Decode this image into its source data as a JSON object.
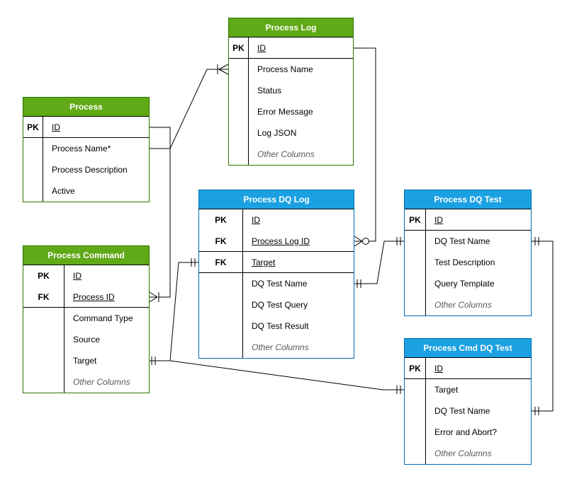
{
  "colors": {
    "green_fill": "#60A917",
    "green_stroke": "#2D7600",
    "blue_fill": "#1BA1E2",
    "blue_stroke": "#006EAF",
    "line": "#000000",
    "muted_text": "#595959"
  },
  "tables": [
    {
      "title": "Process Log",
      "theme": "green",
      "rows": [
        {
          "badge": "PK",
          "name": "ID"
        },
        {
          "badge": "",
          "name": "Process Name"
        },
        {
          "badge": "",
          "name": "Status"
        },
        {
          "badge": "",
          "name": "Error Message"
        },
        {
          "badge": "",
          "name": "Log JSON"
        },
        {
          "badge": "",
          "name": "Other Columns"
        }
      ]
    },
    {
      "title": "Process",
      "theme": "green",
      "rows": [
        {
          "badge": "PK",
          "name": "ID"
        },
        {
          "badge": "",
          "name": "Process Name*"
        },
        {
          "badge": "",
          "name": "Process Description"
        },
        {
          "badge": "",
          "name": "Active"
        }
      ]
    },
    {
      "title": "Process Command",
      "theme": "green",
      "rows": [
        {
          "badge": "PK",
          "name": "ID"
        },
        {
          "badge": "FK",
          "name": "Process ID"
        },
        {
          "badge": "",
          "name": "Command Type"
        },
        {
          "badge": "",
          "name": "Source"
        },
        {
          "badge": "",
          "name": "Target"
        },
        {
          "badge": "",
          "name": "Other Columns"
        }
      ]
    },
    {
      "title": "Process DQ Log",
      "theme": "blue",
      "rows": [
        {
          "badge": "PK",
          "name": "ID"
        },
        {
          "badge": "FK",
          "name": "Process Log ID"
        },
        {
          "badge": "FK",
          "name": "Target"
        },
        {
          "badge": "",
          "name": "DQ Test Name"
        },
        {
          "badge": "",
          "name": "DQ Test Query"
        },
        {
          "badge": "",
          "name": "DQ Test Result"
        },
        {
          "badge": "",
          "name": "Other Columns"
        }
      ]
    },
    {
      "title": "Process DQ Test",
      "theme": "blue",
      "rows": [
        {
          "badge": "PK",
          "name": "ID"
        },
        {
          "badge": "",
          "name": "DQ Test Name"
        },
        {
          "badge": "",
          "name": "Test Description"
        },
        {
          "badge": "",
          "name": "Query Template"
        },
        {
          "badge": "",
          "name": "Other Columns"
        }
      ]
    },
    {
      "title": "Process Cmd DQ Test",
      "theme": "blue",
      "rows": [
        {
          "badge": "PK",
          "name": "ID"
        },
        {
          "badge": "",
          "name": "Target"
        },
        {
          "badge": "",
          "name": "DQ Test Name"
        },
        {
          "badge": "",
          "name": "Error and Abort?"
        },
        {
          "badge": "",
          "name": "Other Columns"
        }
      ]
    }
  ],
  "relationships": [
    {
      "from": "Process",
      "to": "Process Log",
      "from_end": "plain",
      "to_end": "one-or-many"
    },
    {
      "from": "Process",
      "to": "Process Command",
      "from_end": "plain",
      "to_end": "one-or-many"
    },
    {
      "from": "Process Log",
      "to": "Process DQ Log",
      "from_end": "plain",
      "to_end": "zero-or-many"
    },
    {
      "from": "Process DQ Log",
      "to": "Process DQ Test",
      "from_end": "exactly-one",
      "to_end": "exactly-one"
    },
    {
      "from": "Process DQ Test",
      "to": "Process Cmd DQ Test",
      "from_end": "exactly-one",
      "to_end": "exactly-one"
    },
    {
      "from": "Process Command",
      "to": "Process DQ Log",
      "from_end": "exactly-one",
      "to_end": "exactly-one"
    },
    {
      "from": "Process Command",
      "to": "Process Cmd DQ Test",
      "from_end": "exactly-one",
      "to_end": "exactly-one"
    }
  ]
}
